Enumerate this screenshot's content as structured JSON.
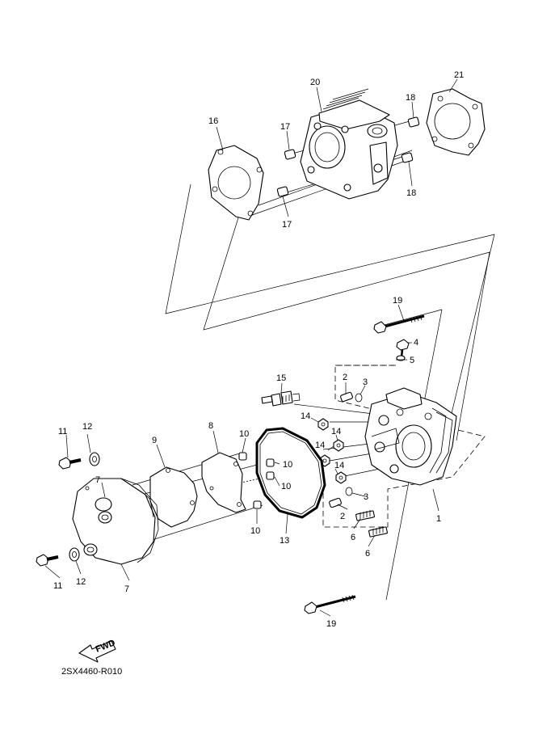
{
  "callouts": {
    "c1": "1",
    "c2a": "2",
    "c2b": "2",
    "c3a": "3",
    "c3b": "3",
    "c4": "4",
    "c5": "5",
    "c6a": "6",
    "c6b": "6",
    "c7a": "7",
    "c7b": "7",
    "c8": "8",
    "c9": "9",
    "c10a": "10",
    "c10b": "10",
    "c10c": "10",
    "c10d": "10",
    "c11a": "11",
    "c11b": "11",
    "c12a": "12",
    "c12b": "12",
    "c13": "13",
    "c14a": "14",
    "c14b": "14",
    "c14c": "14",
    "c14d": "14",
    "c15": "15",
    "c16": "16",
    "c17a": "17",
    "c17b": "17",
    "c18a": "18",
    "c18b": "18",
    "c19a": "19",
    "c19b": "19",
    "c20": "20",
    "c21": "21"
  },
  "fwd_arrow_label": "FWD",
  "diagram_code": "2SX4460-R010"
}
